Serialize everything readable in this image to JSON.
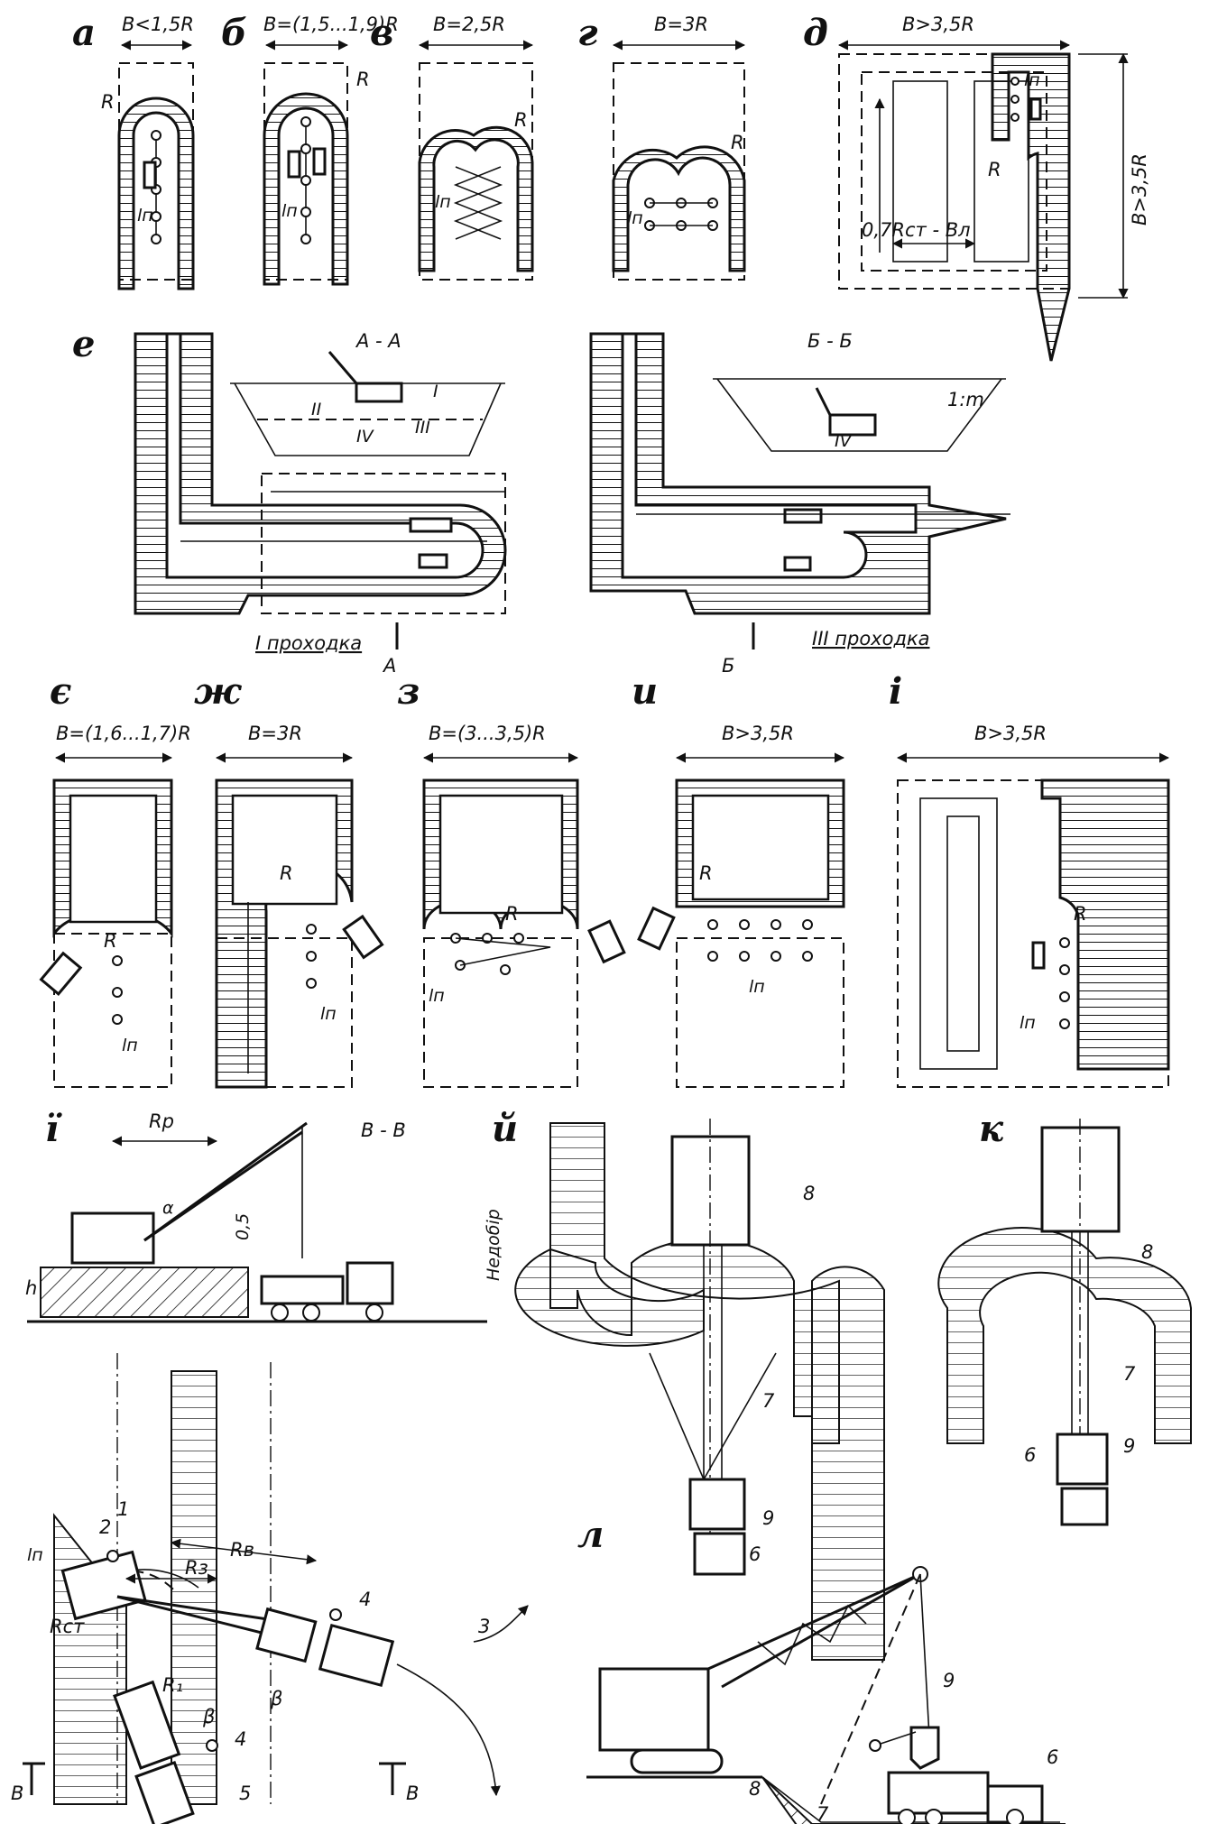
{
  "panels": {
    "a": {
      "label": "а",
      "width_label": "B<1,5R",
      "radius_label": "R",
      "step_label": "lп"
    },
    "b": {
      "label": "б",
      "width_label": "B=(1,5...1,9)R",
      "radius_label": "R",
      "step_label": "lп"
    },
    "v": {
      "label": "в",
      "width_label": "B=2,5R",
      "radius_label": "R",
      "step_label": "lп"
    },
    "g": {
      "label": "г",
      "width_label": "B=3R",
      "radius_label": "R",
      "step_label": "lп"
    },
    "d": {
      "label": "д",
      "width_label": "B>3,5R",
      "height_label": "B>3,5R",
      "radius_label": "R",
      "step_label": "lп",
      "gap_label": "0,7Rст - Bл"
    },
    "e": {
      "label": "е",
      "section_aa": "А - А",
      "section_bb": "Б - Б",
      "cut_a": "А",
      "cut_b": "Б",
      "pass1": "I проходка",
      "pass3": "III проходка",
      "slope": "1:m",
      "layers": [
        "I",
        "II",
        "III",
        "IV"
      ]
    },
    "ye": {
      "label": "є",
      "width_label": "B=(1,6...1,7)R",
      "radius_label": "R",
      "step_label": "lп"
    },
    "zh": {
      "label": "ж",
      "width_label": "B=3R",
      "radius_label": "R",
      "step_label": "lп"
    },
    "z": {
      "label": "з",
      "width_label": "B=(3...3,5)R",
      "radius_label": "R",
      "step_label": "lп"
    },
    "y": {
      "label": "и",
      "width_label": "B>3,5R",
      "radius_label": "R",
      "step_label": "lп"
    },
    "i": {
      "label": "і",
      "width_label": "B>3,5R",
      "radius_label": "R",
      "step_label": "lп"
    },
    "yi": {
      "label": "ї",
      "section": "В - В",
      "rp": "Rр",
      "alpha": "α",
      "half": "0,5",
      "h": "h",
      "underdig": "Недобір"
    },
    "plan": {
      "rv": "Rв",
      "rz": "Rз",
      "rst": "Rст",
      "r1": "R₁",
      "beta": "β",
      "lp": "lп",
      "cut": "В",
      "num1": "1",
      "num2": "2",
      "num3": "3",
      "num4": "4",
      "num5": "5"
    },
    "yj": {
      "label": "й",
      "num6": "6",
      "num7": "7",
      "num8": "8",
      "num9": "9"
    },
    "k": {
      "label": "к",
      "num6": "6",
      "num7": "7",
      "num8": "8",
      "num9": "9"
    },
    "l": {
      "label": "л",
      "num6": "6",
      "num7": "7",
      "num8": "8",
      "num9": "9"
    }
  }
}
